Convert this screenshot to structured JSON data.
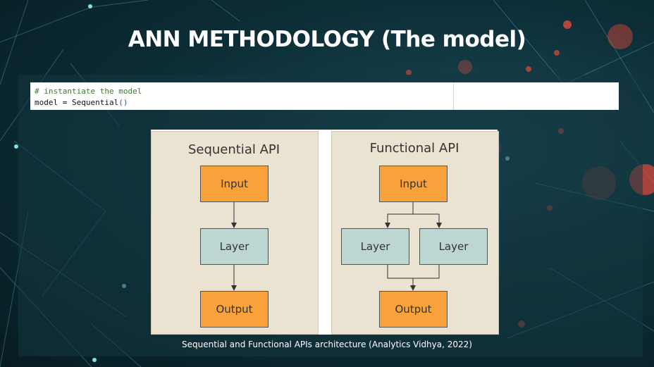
{
  "slide": {
    "title": "ANN METHODOLOGY (The model)",
    "caption": "Sequential and Functional APIs architecture (Analytics Vidhya, 2022)"
  },
  "code": {
    "comment": "# instantiate the model",
    "line2_text": "model = Sequential",
    "line2_parens": "()"
  },
  "diagram": {
    "sequential": {
      "title": "Sequential API",
      "input": "Input",
      "layer": "Layer",
      "output": "Output"
    },
    "functional": {
      "title": "Functional API",
      "input": "Input",
      "layer_left": "Layer",
      "layer_right": "Layer",
      "output": "Output"
    }
  },
  "colors": {
    "input_output_fill": "#f9a23c",
    "layer_fill": "#bcd6d2",
    "panel_bg": "#ebe3d1"
  }
}
